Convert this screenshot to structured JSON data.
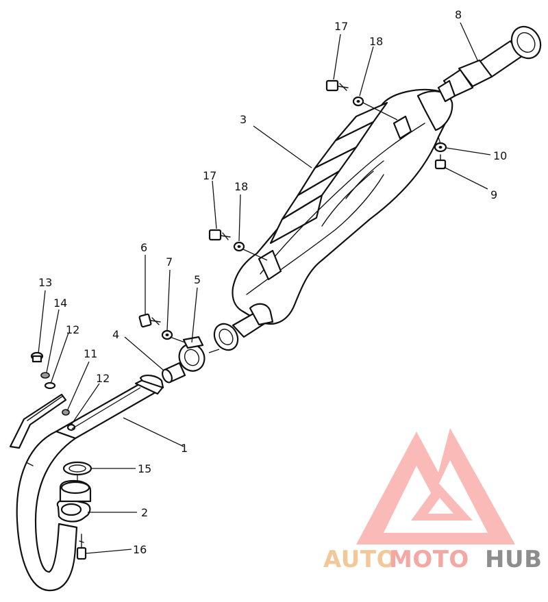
{
  "diagram": {
    "callouts": {
      "p1": "1",
      "p2": "2",
      "p3": "3",
      "p4": "4",
      "p5": "5",
      "p6": "6",
      "p7": "7",
      "p8": "8",
      "p9": "9",
      "p10": "10",
      "p11": "11",
      "p12a": "12",
      "p12b": "12",
      "p13": "13",
      "p14": "14",
      "p15": "15",
      "p16": "16",
      "p17a": "17",
      "p17b": "17",
      "p18a": "18",
      "p18b": "18"
    }
  },
  "watermark": {
    "text_auto": "AUTO",
    "text_moto": "MOTO",
    "text_hub": "HUB",
    "colors": {
      "auto": "#f2c89a",
      "moto": "#f4a7a3",
      "hub": "#8a8a8a",
      "logo": "#f47b78"
    }
  }
}
